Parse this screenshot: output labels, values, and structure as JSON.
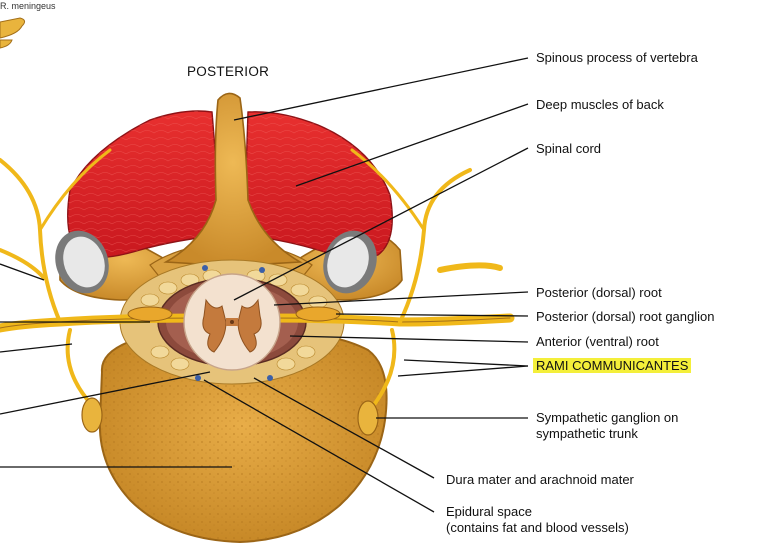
{
  "corner_label": "R. meningeus",
  "orientation_label": "POSTERIOR",
  "labels": {
    "spinous_process": "Spinous process of vertebra",
    "deep_muscles": "Deep muscles of back",
    "spinal_cord": "Spinal cord",
    "posterior_root": "Posterior (dorsal) root",
    "posterior_ganglion": "Posterior (dorsal) root ganglion",
    "anterior_root": "Anterior (ventral) root",
    "rami": "RAMI COMMUNICANTES",
    "sympathetic_ganglion_1": "Sympathetic ganglion on",
    "sympathetic_ganglion_2": "sympathetic trunk",
    "dura": "Dura mater and arachnoid mater",
    "epidural_1": "Epidural space",
    "epidural_2": "(contains fat and blood vessels)"
  },
  "colors": {
    "muscle": "#e2262b",
    "bone": "#e3a941",
    "nerve": "#f0b81a",
    "highlight": "#f4ef3a"
  }
}
